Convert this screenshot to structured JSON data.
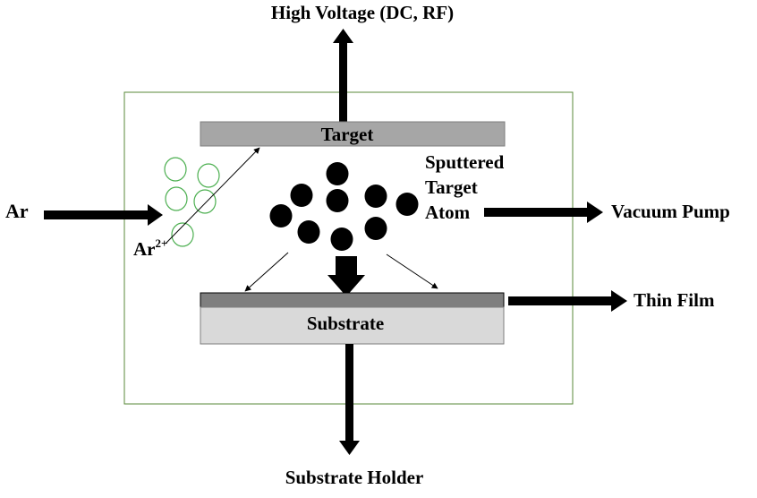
{
  "labels": {
    "power_supply": "High Voltage (DC, RF)",
    "target": "Target",
    "sputtered_line1": "Sputtered",
    "sputtered_line2": "Target",
    "sputtered_line3": "Atom",
    "gas_inlet": "Ar",
    "ion_base": "Ar",
    "ion_charge": "2+",
    "vacuum_pump": "Vacuum Pump",
    "substrate": "Substrate",
    "thin_film": "Thin Film",
    "substrate_holder": "Substrate Holder"
  },
  "colors": {
    "chamber_border": "#5a8a3a",
    "gas_atom_outline": "#4caf50",
    "target_fill": "#a6a6a6",
    "film_fill": "#7f7f7f",
    "substrate_fill": "#d9d9d9",
    "atom_fill": "#000000",
    "arrow": "#000000"
  }
}
